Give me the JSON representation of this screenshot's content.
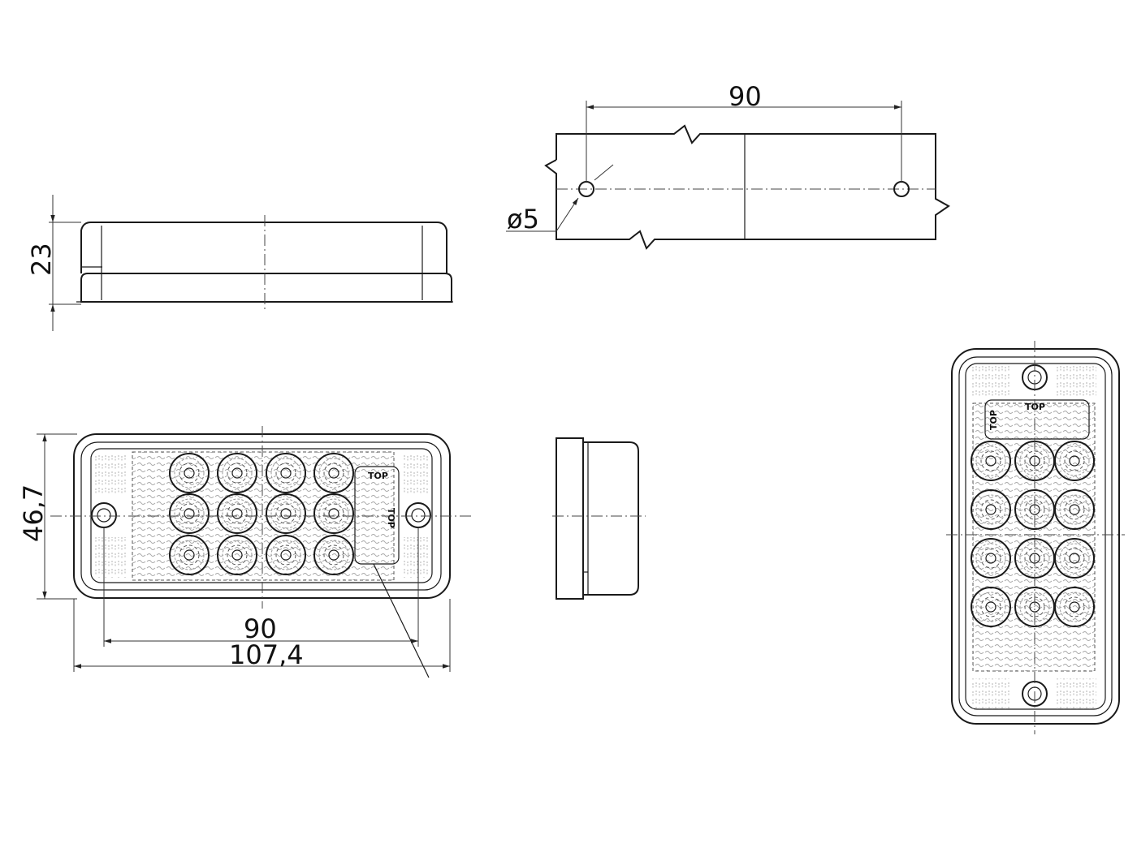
{
  "dimensions": {
    "height": "23",
    "hole_spacing_top": "90",
    "hole_diameter": "ø5",
    "width_total": "46,7",
    "hole_spacing_front": "90",
    "length_total": "107,4"
  },
  "markings": {
    "top_label": "TOP"
  }
}
